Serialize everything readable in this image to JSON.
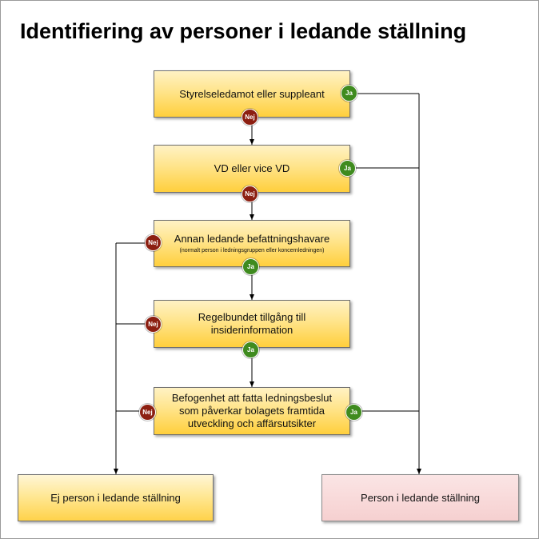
{
  "title": "Identifiering av personer i ledande ställning",
  "badges": {
    "yes": "Ja",
    "no": "Nej"
  },
  "steps": [
    {
      "label": "Styrelseledamot eller suppleant",
      "sub": ""
    },
    {
      "label": "VD eller vice VD",
      "sub": ""
    },
    {
      "label": "Annan ledande befattningshavare",
      "sub": "(normalt person i ledningsgruppen eller koncernledningen)"
    },
    {
      "label": "Regelbundet tillgång till insiderinformation",
      "sub": ""
    },
    {
      "label": "Befogenhet att fatta ledningsbeslut som påverkar bolagets framtida utveckling och affärsutsikter",
      "sub": ""
    }
  ],
  "outcomes": {
    "not_person": "Ej person i ledande ställning",
    "person": "Person i ledande ställning"
  },
  "colors": {
    "yes_badge": "#3f8b1f",
    "no_badge": "#8c1f11",
    "box_fill": "#ffd84a",
    "person_fill": "#f6d0d0"
  }
}
